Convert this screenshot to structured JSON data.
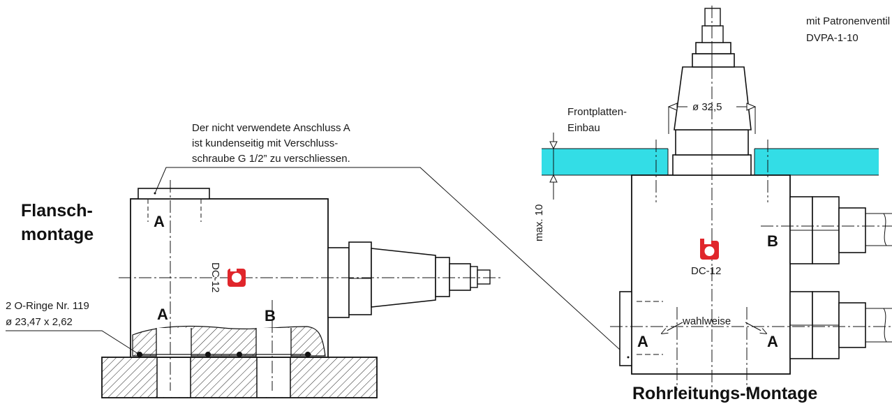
{
  "labels": {
    "flange_title_line1": "Flansch-",
    "flange_title_line2": "montage",
    "note_line1": "Der nicht verwendete Anschluss A",
    "note_line2": "ist kundenseitig mit Verschluss-",
    "note_line3": "schraube G 1/2” zu verschliessen.",
    "orings_line1": "2 O-Ringe Nr. 119",
    "orings_line2": "ø 23,47 x 2,62",
    "valve_line1": "mit Patronenventil",
    "valve_line2": "DVPA-1-10",
    "front_line1": "Frontplatten-",
    "front_line2": "Einbau",
    "diameter": "ø 32,5",
    "max_depth": "max. 10",
    "model": "DC-12",
    "optional": "wahlweise",
    "pipe_title": "Rohrleitungs-Montage"
  },
  "ports": {
    "a": "A",
    "b": "B"
  },
  "colors": {
    "brand_red": "#e0262b",
    "front_panel": "#33dde6"
  },
  "icons": {
    "logo": "brand-logo-icon"
  }
}
